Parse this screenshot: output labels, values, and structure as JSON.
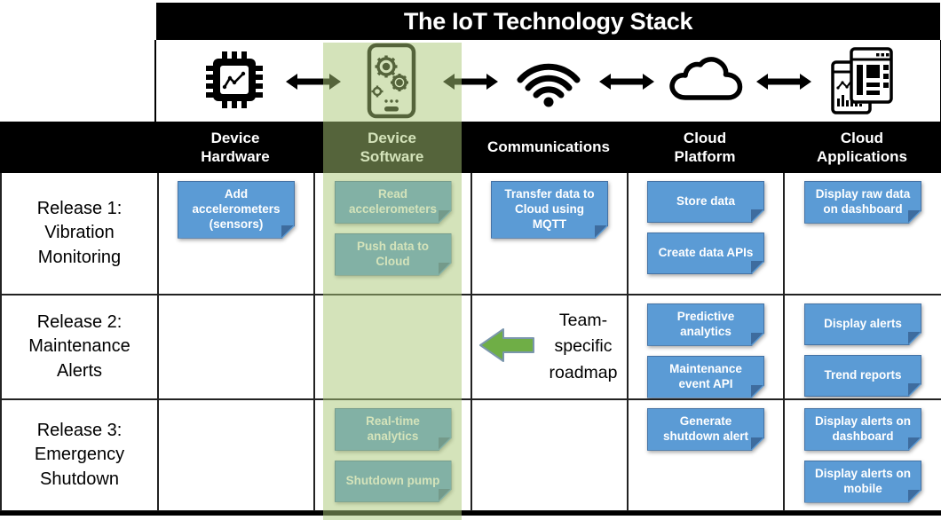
{
  "title": "The IoT Technology Stack",
  "header": {
    "columns": [
      "Device\nHardware",
      "Device\nSoftware",
      "Communications",
      "Cloud\nPlatform",
      "Cloud\nApplications"
    ]
  },
  "icons": {
    "device_hardware": "chip-icon",
    "device_software": "phone-gears-icon",
    "communications": "wifi-icon",
    "cloud_platform": "cloud-icon",
    "cloud_applications": "dashboard-windows-icon",
    "between_columns": "double-arrow-icon",
    "roadmap": "left-arrow-icon"
  },
  "rows": [
    {
      "label": "Release 1:\nVibration\nMonitoring",
      "device_hardware": [
        "Add accelerometers (sensors)"
      ],
      "device_software": [
        "Read accelerometers",
        "Push data to Cloud"
      ],
      "communications": [
        "Transfer data to Cloud using MQTT"
      ],
      "cloud_platform": [
        "Store data",
        "Create data APIs"
      ],
      "cloud_applications": [
        "Display raw data on dashboard"
      ]
    },
    {
      "label": "Release 2:\nMaintenance\nAlerts",
      "device_hardware": [],
      "device_software": [],
      "communications": [],
      "cloud_platform": [
        "Predictive analytics",
        "Maintenance event API"
      ],
      "cloud_applications": [
        "Display alerts",
        "Trend reports"
      ]
    },
    {
      "label": "Release 3:\nEmergency\nShutdown",
      "device_hardware": [],
      "device_software": [
        "Real-time analytics",
        "Shutdown pump"
      ],
      "communications": [],
      "cloud_platform": [
        "Generate shutdown alert"
      ],
      "cloud_applications": [
        "Display alerts on dashboard",
        "Display alerts on mobile"
      ]
    }
  ],
  "roadmap_note": {
    "text": "Team-\nspecific\nroadmap"
  },
  "colors": {
    "sticker_blue": "#5B9BD5",
    "sticker_border": "#4472A4",
    "sticker_fold": "#3E6C9E",
    "highlight_green": "#A9C776",
    "arrow_green": "#6FAE46",
    "arrow_border": "#7A96AC",
    "bar_black": "#000000"
  }
}
